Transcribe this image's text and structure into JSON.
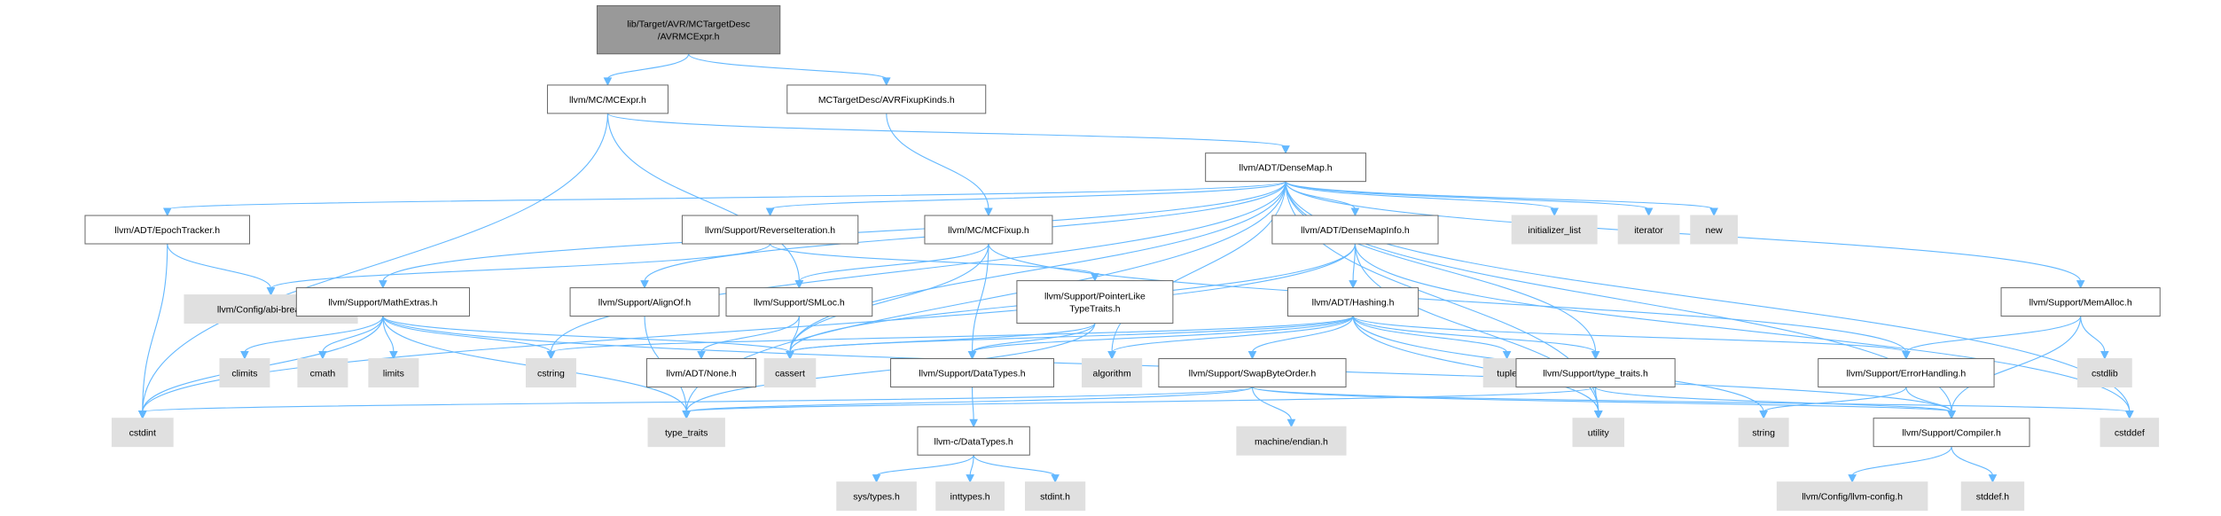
{
  "graph": {
    "colors": {
      "edge": "#63b8ff",
      "internal_fill": "#ffffff",
      "internal_border": "#666666",
      "system_fill": "#e0e0e0",
      "root_fill": "#999999"
    },
    "nodes": [
      {
        "id": "root",
        "lines": [
          "lib/Target/AVR/MCTargetDesc",
          "/AVRMCExpr.h"
        ],
        "kind": "root"
      },
      {
        "id": "mcexpr",
        "lines": [
          "llvm/MC/MCExpr.h"
        ],
        "kind": "internal"
      },
      {
        "id": "fixupkinds",
        "lines": [
          "MCTargetDesc/AVRFixupKinds.h"
        ],
        "kind": "internal"
      },
      {
        "id": "densemap",
        "lines": [
          "llvm/ADT/DenseMap.h"
        ],
        "kind": "internal"
      },
      {
        "id": "epochtracker",
        "lines": [
          "llvm/ADT/EpochTracker.h"
        ],
        "kind": "internal"
      },
      {
        "id": "reverseiter",
        "lines": [
          "llvm/Support/ReverseIteration.h"
        ],
        "kind": "internal"
      },
      {
        "id": "mcfixup",
        "lines": [
          "llvm/MC/MCFixup.h"
        ],
        "kind": "internal"
      },
      {
        "id": "densemapinfo",
        "lines": [
          "llvm/ADT/DenseMapInfo.h"
        ],
        "kind": "internal"
      },
      {
        "id": "initlist",
        "lines": [
          "initializer_list"
        ],
        "kind": "system"
      },
      {
        "id": "iterator",
        "lines": [
          "iterator"
        ],
        "kind": "system"
      },
      {
        "id": "new",
        "lines": [
          "new"
        ],
        "kind": "system"
      },
      {
        "id": "abibreaking",
        "lines": [
          "llvm/Config/abi-breaking.h"
        ],
        "kind": "system"
      },
      {
        "id": "mathextras",
        "lines": [
          "llvm/Support/MathExtras.h"
        ],
        "kind": "internal"
      },
      {
        "id": "alignof",
        "lines": [
          "llvm/Support/AlignOf.h"
        ],
        "kind": "internal"
      },
      {
        "id": "smloc",
        "lines": [
          "llvm/Support/SMLoc.h"
        ],
        "kind": "internal"
      },
      {
        "id": "pointerlike",
        "lines": [
          "llvm/Support/PointerLike",
          "TypeTraits.h"
        ],
        "kind": "internal"
      },
      {
        "id": "hashing",
        "lines": [
          "llvm/ADT/Hashing.h"
        ],
        "kind": "internal"
      },
      {
        "id": "memalloc",
        "lines": [
          "llvm/Support/MemAlloc.h"
        ],
        "kind": "internal"
      },
      {
        "id": "climits",
        "lines": [
          "climits"
        ],
        "kind": "system"
      },
      {
        "id": "cmath",
        "lines": [
          "cmath"
        ],
        "kind": "system"
      },
      {
        "id": "limits",
        "lines": [
          "limits"
        ],
        "kind": "system"
      },
      {
        "id": "cstring",
        "lines": [
          "cstring"
        ],
        "kind": "system"
      },
      {
        "id": "none",
        "lines": [
          "llvm/ADT/None.h"
        ],
        "kind": "internal"
      },
      {
        "id": "cassert",
        "lines": [
          "cassert"
        ],
        "kind": "system"
      },
      {
        "id": "datatypes",
        "lines": [
          "llvm/Support/DataTypes.h"
        ],
        "kind": "internal"
      },
      {
        "id": "algorithm",
        "lines": [
          "algorithm"
        ],
        "kind": "system"
      },
      {
        "id": "swapbyteorder",
        "lines": [
          "llvm/Support/SwapByteOrder.h"
        ],
        "kind": "internal"
      },
      {
        "id": "tuple",
        "lines": [
          "tuple"
        ],
        "kind": "system"
      },
      {
        "id": "typetraits_h",
        "lines": [
          "llvm/Support/type_traits.h"
        ],
        "kind": "internal"
      },
      {
        "id": "errorhandling",
        "lines": [
          "llvm/Support/ErrorHandling.h"
        ],
        "kind": "internal"
      },
      {
        "id": "cstdlib",
        "lines": [
          "cstdlib"
        ],
        "kind": "system"
      },
      {
        "id": "cstdint",
        "lines": [
          "cstdint"
        ],
        "kind": "system"
      },
      {
        "id": "type_traits",
        "lines": [
          "type_traits"
        ],
        "kind": "system"
      },
      {
        "id": "c_datatypes",
        "lines": [
          "llvm-c/DataTypes.h"
        ],
        "kind": "internal"
      },
      {
        "id": "machine_endian",
        "lines": [
          "machine/endian.h"
        ],
        "kind": "system"
      },
      {
        "id": "utility",
        "lines": [
          "utility"
        ],
        "kind": "system"
      },
      {
        "id": "string",
        "lines": [
          "string"
        ],
        "kind": "system"
      },
      {
        "id": "compiler",
        "lines": [
          "llvm/Support/Compiler.h"
        ],
        "kind": "internal"
      },
      {
        "id": "cstddef",
        "lines": [
          "cstddef"
        ],
        "kind": "system"
      },
      {
        "id": "systypes",
        "lines": [
          "sys/types.h"
        ],
        "kind": "system"
      },
      {
        "id": "inttypes",
        "lines": [
          "inttypes.h"
        ],
        "kind": "system"
      },
      {
        "id": "stdint",
        "lines": [
          "stdint.h"
        ],
        "kind": "system"
      },
      {
        "id": "llvmconfig",
        "lines": [
          "llvm/Config/llvm-config.h"
        ],
        "kind": "system"
      },
      {
        "id": "stddef",
        "lines": [
          "stddef.h"
        ],
        "kind": "system"
      }
    ],
    "edges": [
      [
        "root",
        "mcexpr"
      ],
      [
        "root",
        "fixupkinds"
      ],
      [
        "mcexpr",
        "densemap"
      ],
      [
        "mcexpr",
        "smloc"
      ],
      [
        "mcexpr",
        "cstdint"
      ],
      [
        "fixupkinds",
        "mcfixup"
      ],
      [
        "densemap",
        "epochtracker"
      ],
      [
        "densemap",
        "reverseiter"
      ],
      [
        "densemap",
        "densemapinfo"
      ],
      [
        "densemap",
        "initlist"
      ],
      [
        "densemap",
        "iterator"
      ],
      [
        "densemap",
        "new"
      ],
      [
        "densemap",
        "mathextras"
      ],
      [
        "densemap",
        "alignof"
      ],
      [
        "densemap",
        "memalloc"
      ],
      [
        "densemap",
        "cassert"
      ],
      [
        "densemap",
        "cstring"
      ],
      [
        "densemap",
        "type_traits"
      ],
      [
        "densemap",
        "algorithm"
      ],
      [
        "densemap",
        "utility"
      ],
      [
        "densemap",
        "typetraits_h"
      ],
      [
        "densemap",
        "compiler"
      ],
      [
        "densemap",
        "cstddef"
      ],
      [
        "epochtracker",
        "abibreaking"
      ],
      [
        "epochtracker",
        "cstdint"
      ],
      [
        "reverseiter",
        "abibreaking"
      ],
      [
        "reverseiter",
        "pointerlike"
      ],
      [
        "mcfixup",
        "smloc"
      ],
      [
        "mcfixup",
        "cassert"
      ],
      [
        "mcfixup",
        "datatypes"
      ],
      [
        "mcfixup",
        "errorhandling"
      ],
      [
        "densemapinfo",
        "hashing"
      ],
      [
        "densemapinfo",
        "cassert"
      ],
      [
        "densemapinfo",
        "cstdint"
      ],
      [
        "densemapinfo",
        "utility"
      ],
      [
        "densemapinfo",
        "cstddef"
      ],
      [
        "mathextras",
        "climits"
      ],
      [
        "mathextras",
        "cmath"
      ],
      [
        "mathextras",
        "limits"
      ],
      [
        "mathextras",
        "cstring"
      ],
      [
        "mathextras",
        "cassert"
      ],
      [
        "mathextras",
        "cstdint"
      ],
      [
        "mathextras",
        "type_traits"
      ],
      [
        "mathextras",
        "compiler"
      ],
      [
        "alignof",
        "type_traits"
      ],
      [
        "smloc",
        "none"
      ],
      [
        "smloc",
        "cassert"
      ],
      [
        "pointerlike",
        "datatypes"
      ],
      [
        "pointerlike",
        "cassert"
      ],
      [
        "pointerlike",
        "type_traits"
      ],
      [
        "hashing",
        "errorhandling"
      ],
      [
        "hashing",
        "swapbyteorder"
      ],
      [
        "hashing",
        "typetraits_h"
      ],
      [
        "hashing",
        "algorithm"
      ],
      [
        "hashing",
        "cassert"
      ],
      [
        "hashing",
        "cstring"
      ],
      [
        "hashing",
        "string"
      ],
      [
        "hashing",
        "tuple"
      ],
      [
        "hashing",
        "utility"
      ],
      [
        "hashing",
        "datatypes"
      ],
      [
        "memalloc",
        "compiler"
      ],
      [
        "memalloc",
        "errorhandling"
      ],
      [
        "memalloc",
        "cstdlib"
      ],
      [
        "datatypes",
        "c_datatypes"
      ],
      [
        "swapbyteorder",
        "compiler"
      ],
      [
        "swapbyteorder",
        "cstddef"
      ],
      [
        "swapbyteorder",
        "cstdint"
      ],
      [
        "swapbyteorder",
        "type_traits"
      ],
      [
        "swapbyteorder",
        "machine_endian"
      ],
      [
        "typetraits_h",
        "compiler"
      ],
      [
        "typetraits_h",
        "type_traits"
      ],
      [
        "typetraits_h",
        "utility"
      ],
      [
        "errorhandling",
        "compiler"
      ],
      [
        "errorhandling",
        "string"
      ],
      [
        "c_datatypes",
        "systypes"
      ],
      [
        "c_datatypes",
        "inttypes"
      ],
      [
        "c_datatypes",
        "stdint"
      ],
      [
        "compiler",
        "llvmconfig"
      ],
      [
        "compiler",
        "stddef"
      ]
    ]
  }
}
